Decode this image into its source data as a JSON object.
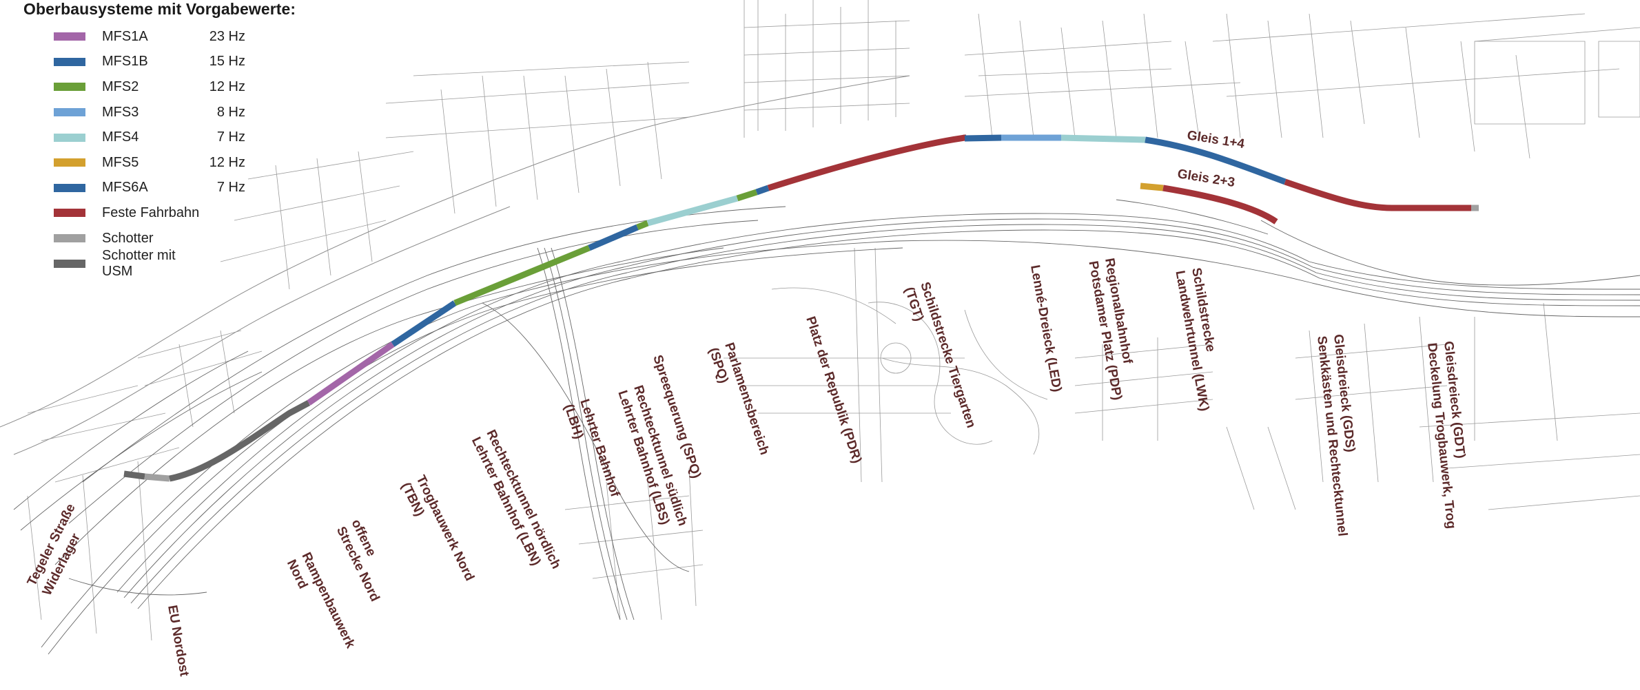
{
  "legend": {
    "title": "Oberbausysteme mit Vorgabewerte:",
    "items": [
      {
        "label": "MFS1A",
        "freq": "23 Hz",
        "color": "#a366a8"
      },
      {
        "label": "MFS1B",
        "freq": "15 Hz",
        "color": "#2f66a0"
      },
      {
        "label": "MFS2",
        "freq": "12 Hz",
        "color": "#6a9f38"
      },
      {
        "label": "MFS3",
        "freq": "8 Hz",
        "color": "#6ea2d6"
      },
      {
        "label": "MFS4",
        "freq": "7 Hz",
        "color": "#9bcfd0"
      },
      {
        "label": "MFS5",
        "freq": "12 Hz",
        "color": "#d3a02e"
      },
      {
        "label": "MFS6A",
        "freq": "7 Hz",
        "color": "#2f66a0"
      },
      {
        "label": "Feste Fahrbahn",
        "freq": "",
        "color": "#a33338"
      },
      {
        "label": "Schotter",
        "freq": "",
        "color": "#a0a0a0"
      },
      {
        "label": "Schotter mit USM",
        "freq": "",
        "color": "#666666"
      }
    ]
  },
  "track_labels": {
    "gleis_14": "Gleis 1+4",
    "gleis_23": "Gleis 2+3"
  },
  "sections": [
    {
      "lines": [
        "Tegeler Straße"
      ]
    },
    {
      "lines": [
        "Widerlager"
      ]
    },
    {
      "lines": [
        "EU Nordost"
      ]
    },
    {
      "lines": [
        "Rampenbauwerk",
        "Nord"
      ]
    },
    {
      "lines": [
        "offene",
        "Strecke Nord"
      ]
    },
    {
      "lines": [
        "Trogbauwerk Nord",
        "(TBN)"
      ]
    },
    {
      "lines": [
        "Rechtecktunnel nördlich",
        "Lehrter Bahnhof (LBN)"
      ]
    },
    {
      "lines": [
        "Lehrter Bahnhof",
        "(LBH)"
      ]
    },
    {
      "lines": [
        "Rechtecktunnel südlich",
        "Lehrter Bahnhof (LBS)"
      ]
    },
    {
      "lines": [
        "Spreequerung (SPQ)"
      ]
    },
    {
      "lines": [
        "Parlamentsbereich",
        "(SPQ)"
      ]
    },
    {
      "lines": [
        "Platz der Republik (PDR)"
      ]
    },
    {
      "lines": [
        "Schildstrecke Tiergarten",
        "(TGT)"
      ]
    },
    {
      "lines": [
        "Lenné-Dreieck (LED)"
      ]
    },
    {
      "lines": [
        "Regionalbahnhof",
        "Potsdamer Platz (PDP)"
      ]
    },
    {
      "lines": [
        "Schildstrecke",
        "Landwehrtunnel (LWK)"
      ]
    },
    {
      "lines": [
        "Gleisdreieck (GDS)",
        "Senkkästen und Rechtecktunnel"
      ]
    },
    {
      "lines": [
        "Gleisdreieck (GDT)",
        "Deckelung Trogbauwerk, Trog"
      ]
    }
  ],
  "colors": {
    "label_color": "#5c2a2a",
    "basemap": "#8a8a8a"
  }
}
